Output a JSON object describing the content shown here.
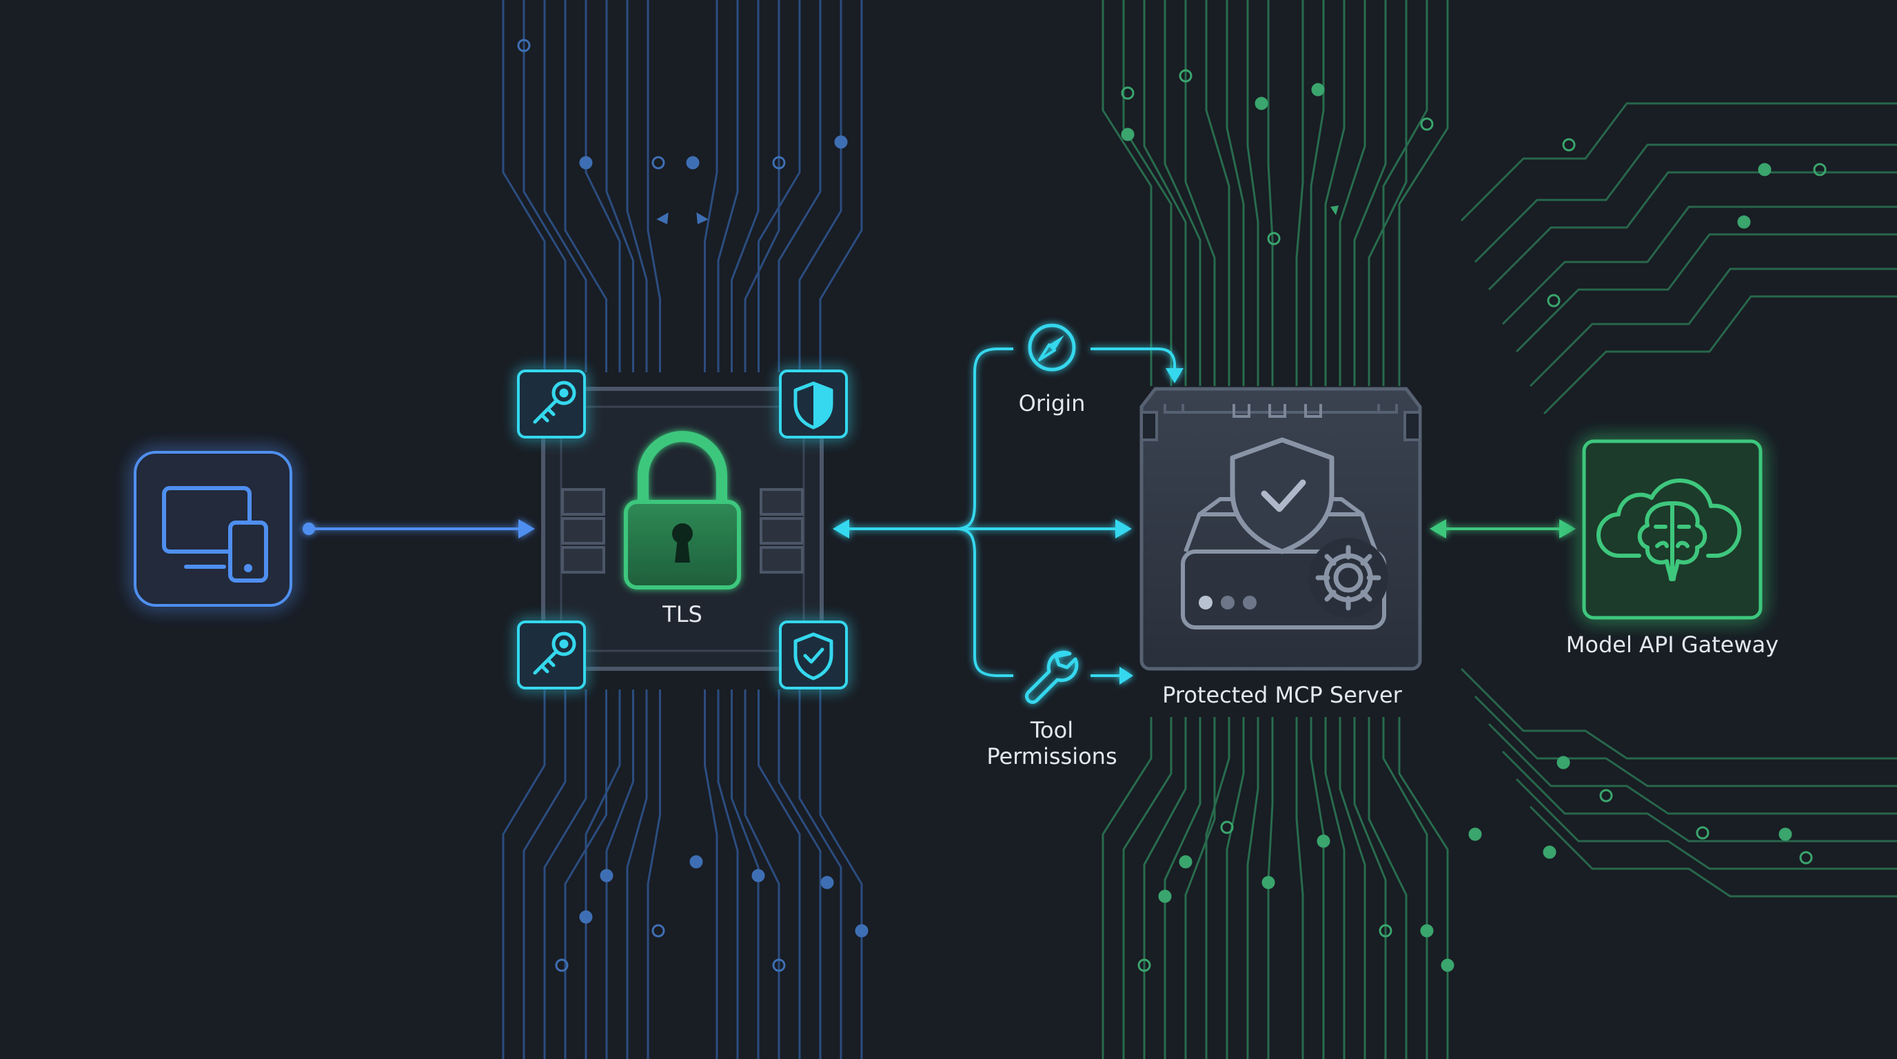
{
  "diagram": {
    "colors": {
      "background": "#191d24",
      "blue": "#4f8ff0",
      "cyan": "#35d8ee",
      "green": "#3ec77d",
      "steel": "#566172",
      "text": "#e4e8ee"
    },
    "nodes": {
      "client": {
        "icon": "devices-icon"
      },
      "tls": {
        "label": "TLS",
        "icon": "padlock-icon"
      },
      "origin": {
        "label": "Origin",
        "icon": "compass-icon"
      },
      "tool_permissions": {
        "label_line1": "Tool",
        "label_line2": "Permissions",
        "icon": "wrench-icon"
      },
      "mcp_server": {
        "label": "Protected MCP Server",
        "icon": "shield-check-server-icon"
      },
      "gateway": {
        "label": "Model API Gateway",
        "icon": "cloud-brain-icon"
      }
    },
    "tls_badges": [
      "key-icon",
      "shield-icon",
      "key-icon",
      "shield-check-icon"
    ]
  }
}
